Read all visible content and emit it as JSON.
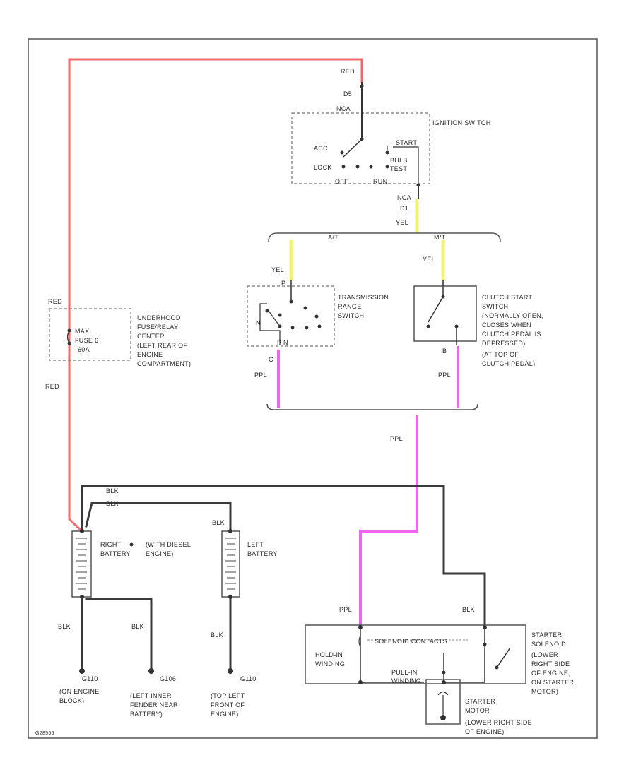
{
  "colors": {
    "red": "#f26a6a",
    "yellow": "#f2f27a",
    "pink": "#ee66ee",
    "black": "#3a3a3a"
  },
  "wires": {
    "red_top": "RED",
    "red_fuse": "RED",
    "red_left": "RED",
    "c_ign_pin": "D5",
    "c_ign_conn": "NCA",
    "yel_ign": "YEL",
    "c_ign_out_conn": "NCA",
    "c_ign_out_pin": "D1",
    "at": "A/T",
    "mt": "M/T",
    "yel_trs": "YEL",
    "yel_clutch": "YEL",
    "trs_pin": "C",
    "clutch_pin": "B",
    "ppl_trs": "PPL",
    "ppl_clutch": "PPL",
    "ppl_main": "PPL",
    "ppl_starter": "PPL",
    "blk_1": "BLK",
    "blk_2": "BLK",
    "blk_left_bat": "BLK",
    "blk_g1": "BLK",
    "blk_g2": "BLK",
    "blk_g3": "BLK",
    "blk_starter": "BLK"
  },
  "ignition": {
    "label": "IGNITION SWITCH",
    "acc": "ACC",
    "lock": "LOCK",
    "start": "START",
    "bulb_test_1": "BULB",
    "bulb_test_2": "TEST",
    "off": "OFF",
    "run": "RUN"
  },
  "fuse": {
    "line1": "MAXI",
    "line2": "FUSE 6",
    "line3": "60A"
  },
  "fuse_center": {
    "line1": "UNDERHOOD",
    "line2": "FUSE/RELAY",
    "line3": "CENTER",
    "line4": "(LEFT REAR OF",
    "line5": "ENGINE",
    "line6": "COMPARTMENT)"
  },
  "trs": {
    "line1": "TRANSMISSION",
    "line2": "RANGE",
    "line3": "SWITCH",
    "p": "P",
    "n": "N",
    "pins": "P  N"
  },
  "clutch": {
    "line1": "CLUTCH START",
    "line2": "SWITCH",
    "line3": "(NORMALLY OPEN,",
    "line4": "CLOSES WHEN",
    "line5": "CLUTCH PEDAL IS",
    "line6": "DEPRESSED)",
    "line7": "(AT TOP OF",
    "line8": "CLUTCH PEDAL)"
  },
  "right_battery": {
    "line1": "RIGHT",
    "line2": "BATTERY"
  },
  "diesel_note": {
    "line1": "(WITH DIESEL",
    "line2": "ENGINE)"
  },
  "left_battery": {
    "line1": "LEFT",
    "line2": "BATTERY"
  },
  "grounds": {
    "g1_id": "G110",
    "g1_line1": "(ON ENGINE",
    "g1_line2": "BLOCK)",
    "g2_id": "G106",
    "g2_line1": "(LEFT INNER",
    "g2_line2": "FENDER NEAR",
    "g2_line3": "BATTERY)",
    "g3_id": "G110",
    "g3_line1": "(TOP LEFT",
    "g3_line2": "FRONT OF",
    "g3_line3": "ENGINE)"
  },
  "solenoid": {
    "contacts": "SOLENOID CONTACTS",
    "hold_1": "HOLD-IN",
    "hold_2": "WINDING",
    "pull_1": "PULL-IN",
    "pull_2": "WINDING",
    "line1": "STARTER",
    "line2": "SOLENOID",
    "line3": "(LOWER",
    "line4": "RIGHT SIDE",
    "line5": "OF ENGINE,",
    "line6": "ON STARTER",
    "line7": "MOTOR)"
  },
  "motor": {
    "line1": "STARTER",
    "line2": "MOTOR",
    "line3": "(LOWER RIGHT SIDE",
    "line4": "OF ENGINE)"
  },
  "footer_id": "G28556"
}
